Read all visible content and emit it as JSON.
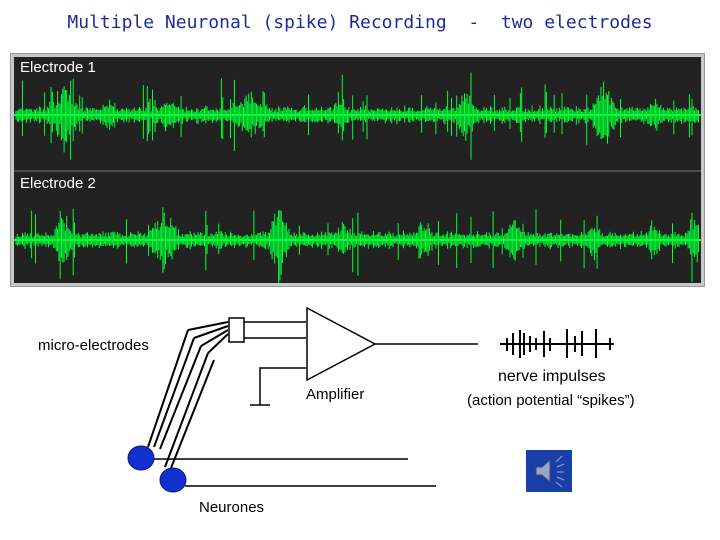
{
  "title": "Multiple Neuronal (spike) Recording  -  two electrodes",
  "recording": {
    "channel1_label": "Electrode 1",
    "channel2_label": "Electrode 2",
    "trace_color": "#00ff33",
    "background_color": "#222222"
  },
  "diagram": {
    "electrodes_label": "micro-electrodes",
    "amplifier_label": "Amplifier",
    "impulses_label": "nerve impulses",
    "impulses_sublabel": "(action potential “spikes”)",
    "neurones_label": "Neurones",
    "neuron_color": "#1030d0",
    "speaker_icon": "speaker-icon"
  }
}
